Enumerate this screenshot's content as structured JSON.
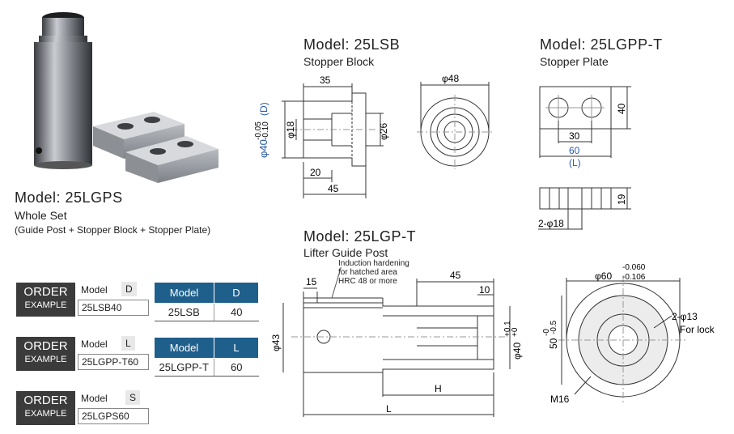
{
  "whole_set": {
    "title": "Model: 25LGPS",
    "subtitle": "Whole Set",
    "note": "(Guide Post + Stopper Block + Stopper Plate)"
  },
  "stopper_block": {
    "title": "Model: 25LSB",
    "subtitle": "Stopper Block",
    "dims": {
      "d35": "35",
      "d20": "20",
      "d45": "45",
      "phi18": "φ18",
      "phi26": "φ26",
      "phi48": "φ48",
      "phi40": "φ40",
      "tol_upper": "-0.05",
      "tol_lower": "-0.10",
      "d_label": "(D)"
    }
  },
  "stopper_plate": {
    "title": "Model: 25LGPP-T",
    "subtitle": "Stopper Plate",
    "dims": {
      "d40": "40",
      "d30": "30",
      "d60": "60",
      "l_label": "(L)",
      "d19": "19",
      "holes": "2-φ18"
    }
  },
  "guide_post": {
    "title": "Model: 25LGP-T",
    "subtitle": "Lifter Guide Post",
    "note_lines": [
      "Induction hardening",
      "for hatched area",
      "HRC 48 or more"
    ],
    "dims": {
      "d15": "15",
      "d45": "45",
      "d10": "10",
      "phi43": "φ43",
      "phi40": "φ40",
      "tol_up": "+0.1",
      "tol_low": "+0",
      "h": "H",
      "l": "L",
      "phi60": "φ60",
      "tol60_up": "-0.060",
      "tol60_low": "-0.106",
      "d50": "50",
      "tol50_up": "-0",
      "tol50_low": "-0.5",
      "holes": "2-φ13",
      "for_lock": "For lock",
      "m16": "M16"
    }
  },
  "order_examples": [
    {
      "order": "ORDER",
      "example": "EXAMPLE",
      "field_label": "Model",
      "param_label": "D",
      "value": "25LSB40",
      "table": {
        "headers": [
          "Model",
          "D"
        ],
        "row": [
          "25LSB",
          "40"
        ]
      }
    },
    {
      "order": "ORDER",
      "example": "EXAMPLE",
      "field_label": "Model",
      "param_label": "L",
      "value": "25LGPP-T60",
      "table": {
        "headers": [
          "Model",
          "L"
        ],
        "row": [
          "25LGPP-T",
          "60"
        ]
      }
    },
    {
      "order": "ORDER",
      "example": "EXAMPLE",
      "field_label": "Model",
      "param_label": "S",
      "value": "25LGPS60"
    }
  ],
  "colors": {
    "table_header": "#1f5f8b",
    "order_tag": "#3b3b3b",
    "dim_blue": "#2a5aa8"
  }
}
